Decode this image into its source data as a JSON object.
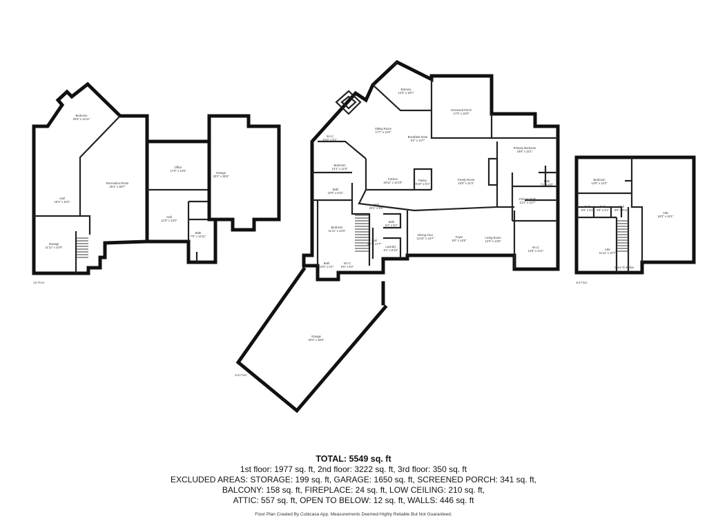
{
  "floors": [
    {
      "label": "1st Floor",
      "rooms": [
        {
          "name": "Bedroom",
          "dims": "30'6\" x 12'11\""
        },
        {
          "name": "Recreation Room",
          "dims": "20'4\" x 38'7\""
        },
        {
          "name": "Hall",
          "dims": "16'4\" x 10'2\""
        },
        {
          "name": "Storage",
          "dims": "11'11\" x 10'8\""
        },
        {
          "name": "Office",
          "dims": "17'0\" x 14'6\""
        },
        {
          "name": "Hall",
          "dims": "11'0\" x 13'0\""
        },
        {
          "name": "Garage",
          "dims": "20'2\" x 35'6\""
        },
        {
          "name": "Bath",
          "dims": "7'0\" x 12'11\""
        }
      ]
    },
    {
      "label": "2nd Floor",
      "rooms": [
        {
          "name": "Balcony",
          "dims": "12'3\" x 18'7\""
        },
        {
          "name": "Screened Porch",
          "dims": "17'0\" x 19'0\""
        },
        {
          "name": "Sitting Room",
          "dims": "17'7\" x 12'0\""
        },
        {
          "name": "Breakfast Nook",
          "dims": "8'2\" x 14'7\""
        },
        {
          "name": "Primary Bedroom",
          "dims": "19'9\" x 22'1\""
        },
        {
          "name": "W.I.C",
          "dims": "6'10\" x 5'1\""
        },
        {
          "name": "Bedroom",
          "dims": "14'1\" x 11'8\""
        },
        {
          "name": "Kitchen",
          "dims": "19'11\" x 12'10\""
        },
        {
          "name": "Pantry",
          "dims": "6'10\" x 6'4\""
        },
        {
          "name": "Family Room",
          "dims": "24'0\" x 21'3\""
        },
        {
          "name": "Bath",
          "dims": "7'1\" x 6'5\""
        },
        {
          "name": "Primary Bath",
          "dims": "12'3\" x 14'7\""
        },
        {
          "name": "Bath",
          "dims": "10'0\" x 6'11\""
        },
        {
          "name": "Hall",
          "dims": "20'1\" x 9'5\""
        },
        {
          "name": "Bath",
          "dims": "8'1\" x 5'1\""
        },
        {
          "name": "Bedroom",
          "dims": "11'11\" x 14'0\""
        },
        {
          "name": "Dining Area",
          "dims": "12'10\" x 14'7\""
        },
        {
          "name": "Foyer",
          "dims": "9'0\" x 14'8\""
        },
        {
          "name": "Living Room",
          "dims": "12'3\" x 14'8\""
        },
        {
          "name": "W.I.C",
          "dims": "12'8\" x 14'1\""
        },
        {
          "name": "Hall",
          "dims": "3'2\" x 17'7\""
        },
        {
          "name": "Laundry",
          "dims": "6'1\" x 8'10\""
        },
        {
          "name": "W.I.C",
          "dims": "5'6\" x 6'2\""
        },
        {
          "name": "Bath",
          "dims": "10'0\" x 9'1\""
        },
        {
          "name": "Garage",
          "dims": "20'4\" x 46'5\""
        }
      ]
    },
    {
      "label": "3rd Floor",
      "rooms": [
        {
          "name": "Bedroom",
          "dims": "13'8\" x 12'0\""
        },
        {
          "name": "Bath",
          "dims": "5'6\" x 5'1\""
        },
        {
          "name": "Bath",
          "dims": "4'8\" x 5'1\""
        },
        {
          "name": "Hall",
          "dims": "8'8\" x 6'11\""
        },
        {
          "name": "Attic",
          "dims": "18'3\" x 34'1\""
        },
        {
          "name": "Attic",
          "dims": "11'11\" x 10'7\""
        }
      ],
      "notes": [
        "Open To Below"
      ]
    }
  ],
  "summary": {
    "total": "TOTAL: 5549 sq. ft",
    "lines": [
      "1st floor: 1977 sq. ft, 2nd floor: 3222 sq. ft, 3rd floor: 350 sq. ft",
      "EXCLUDED AREAS: STORAGE: 199 sq. ft, GARAGE: 1650 sq. ft, SCREENED PORCH: 341 sq. ft,",
      "BALCONY: 158 sq. ft, FIREPLACE: 24 sq. ft, LOW CEILING: 210 sq. ft,",
      "ATTIC: 557 sq. ft, OPEN TO BELOW: 12 sq. ft, WALLS: 446 sq. ft"
    ],
    "credit": "Floor Plan Created By Cubicasa App. Measurements Deemed Highly Reliable But Not Guaranteed."
  }
}
